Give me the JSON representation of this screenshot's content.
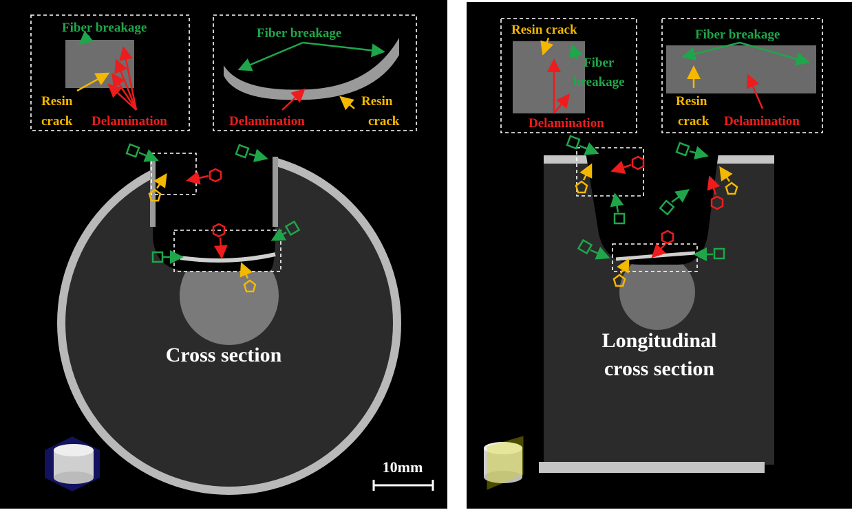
{
  "panels": {
    "left": {
      "title": "Cross section",
      "scale_bar": "10mm",
      "inset1": {
        "fiber": "Fiber breakage",
        "resin1": "Resin",
        "resin2": "crack",
        "delam": "Delamination"
      },
      "inset2": {
        "fiber": "Fiber breakage",
        "resin1": "Resin",
        "resin2": "crack",
        "delam": "Delamination"
      }
    },
    "right": {
      "title_line1": "Longitudinal",
      "title_line2": "cross section",
      "inset1": {
        "resin": "Resin crack",
        "fiber1": "Fiber",
        "fiber2": "breakage",
        "delam": "Delamination"
      },
      "inset2": {
        "fiber": "Fiber breakage",
        "resin1": "Resin",
        "resin2": "crack",
        "delam": "Delamination"
      }
    }
  },
  "colors": {
    "fiber": "#1fa64a",
    "delamination": "#ee1c1c",
    "resin": "#f5b800"
  }
}
